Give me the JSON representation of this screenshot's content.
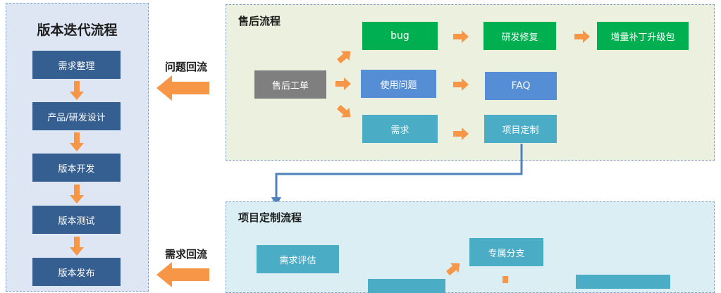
{
  "version_panel": {
    "title": "版本迭代流程",
    "steps": [
      "需求整理",
      "产品/研发设计",
      "版本开发",
      "版本测试",
      "版本发布"
    ]
  },
  "aftersales_panel": {
    "title": "售后流程",
    "ticket": "售后工单",
    "row1": [
      "bug",
      "研发修复",
      "增量补丁升级包"
    ],
    "row2": [
      "使用问题",
      "FAQ"
    ],
    "row3": [
      "需求",
      "项目定制"
    ]
  },
  "custom_panel": {
    "title": "项目定制流程",
    "nodes": [
      "需求评估",
      "专属分支"
    ]
  },
  "feedback": {
    "issue_return": "问题回流",
    "demand_return": "需求回流"
  },
  "colors": {
    "version_panel_bg": "#dde6f2",
    "aftersales_panel_bg": "#ebf1de",
    "custom_panel_bg": "#dbeef4",
    "step_box": "#365f91",
    "green_box": "#00b050",
    "grey_box": "#7f7f7f",
    "blue_box": "#558ed5",
    "teal_box": "#4bacc6",
    "orange_arrow": "#f79646",
    "connector": "#4f81bd"
  }
}
